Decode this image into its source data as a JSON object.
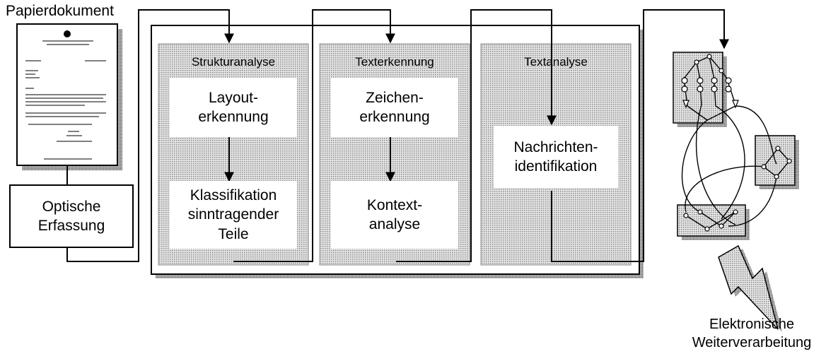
{
  "input_label": "Papierdokument",
  "capture_box": {
    "line1": "Optische",
    "line2": "Erfassung"
  },
  "stages": [
    {
      "title": "Strukturanalyse",
      "steps": [
        {
          "lines": [
            "Layout-",
            "erkennung"
          ]
        },
        {
          "lines": [
            "Klassifikation",
            "sinntragender",
            "Teile"
          ]
        }
      ]
    },
    {
      "title": "Texterkennung",
      "steps": [
        {
          "lines": [
            "Zeichen-",
            "erkennung"
          ]
        },
        {
          "lines": [
            "Kontext-",
            "analyse"
          ]
        }
      ]
    },
    {
      "title": "Textanalyse",
      "steps": [
        {
          "lines": [
            "Nachrichten-",
            "identifikation"
          ]
        }
      ]
    }
  ],
  "output_label": {
    "line1": "Elektronische",
    "line2": "Weiterverarbeitung"
  },
  "colors": {
    "stage_fill": "#c8c8c8",
    "box_fill": "#ffffff",
    "line": "#000000"
  }
}
